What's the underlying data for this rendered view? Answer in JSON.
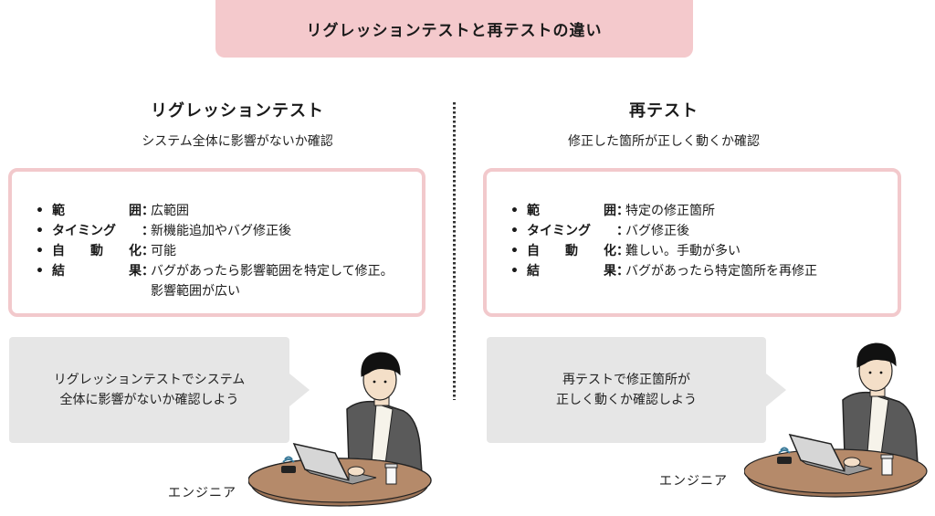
{
  "title": "リグレッションテストと再テストの違い",
  "colors": {
    "banner_bg": "#f4c9cc",
    "box_border": "#f2c9cc",
    "bubble_bg": "#e6e6e6",
    "table_top": "#b58a6a",
    "jacket": "#5a5a5a"
  },
  "left": {
    "heading": "リグレッションテスト",
    "subheading": "システム全体に影響がないか確認",
    "items": [
      {
        "bullet": "•",
        "label_chars": [
          "範",
          "囲"
        ],
        "value": "広範囲"
      },
      {
        "bullet": "•",
        "label_chars": [
          "タイミング"
        ],
        "value": "新機能追加やバグ修正後"
      },
      {
        "bullet": "•",
        "label_chars": [
          "自",
          "動",
          "化"
        ],
        "value": "可能"
      },
      {
        "bullet": "•",
        "label_chars": [
          "結",
          "果"
        ],
        "value": "バグがあったら影響範囲を特定して修正。\n影響範囲が広い"
      }
    ],
    "colon": "：",
    "bubble": "リグレッションテストでシステム\n全体に影響がないか確認しよう",
    "role": "エンジニア"
  },
  "right": {
    "heading": "再テスト",
    "subheading": "修正した箇所が正しく動くか確認",
    "items": [
      {
        "bullet": "•",
        "label_chars": [
          "範",
          "囲"
        ],
        "value": "特定の修正箇所"
      },
      {
        "bullet": "•",
        "label_chars": [
          "タイミング"
        ],
        "value": "バグ修正後"
      },
      {
        "bullet": "•",
        "label_chars": [
          "自",
          "動",
          "化"
        ],
        "value": "難しい。手動が多い"
      },
      {
        "bullet": "•",
        "label_chars": [
          "結",
          "果"
        ],
        "value": "バグがあったら特定箇所を再修正"
      }
    ],
    "colon": "：",
    "bubble": "再テストで修正箇所が\n正しく動くか確認しよう",
    "role": "エンジニア"
  }
}
